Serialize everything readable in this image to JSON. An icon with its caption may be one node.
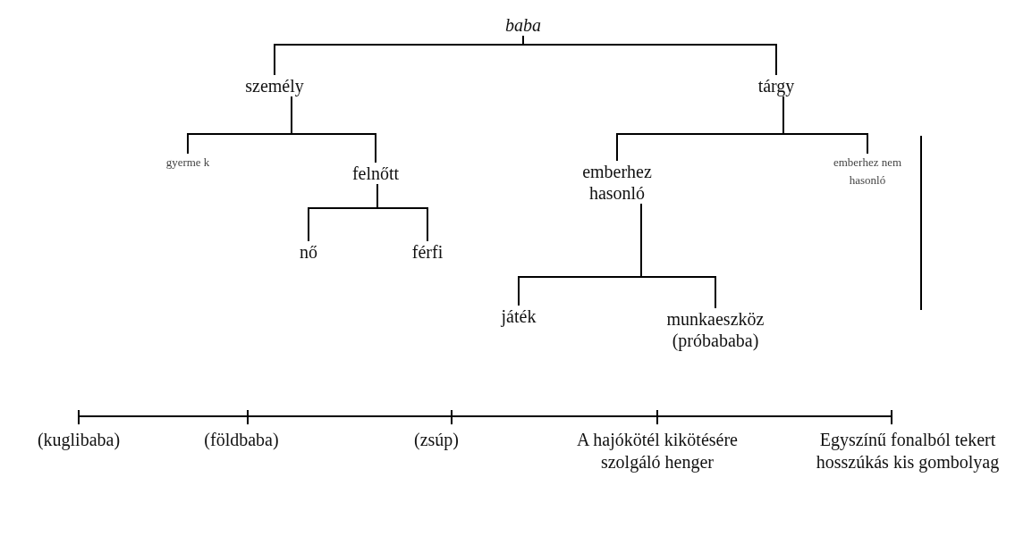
{
  "diagram": {
    "nodes": [
      {
        "text": [
          "baba"
        ]
      },
      {
        "text": [
          "személy"
        ]
      },
      {
        "text": [
          "tárgy"
        ]
      },
      {
        "text": [
          "gyerme k"
        ]
      },
      {
        "text": [
          "felnőtt"
        ]
      },
      {
        "text": [
          "emberhez hasonló"
        ]
      },
      {
        "text": [
          "emberhez nem hasonló"
        ]
      },
      {
        "text": [
          "nő"
        ]
      },
      {
        "text": [
          "férfi"
        ]
      },
      {
        "text": [
          "játék"
        ]
      },
      {
        "text": [
          "munkaeszköz (próbababa)"
        ]
      }
    ],
    "edges": [
      {
        "from": 0,
        "to": 1,
        "arrow": "none"
      },
      {
        "from": 0,
        "to": 2,
        "arrow": "none"
      },
      {
        "from": 1,
        "to": 3,
        "arrow": "none"
      },
      {
        "from": 1,
        "to": 4,
        "arrow": "none"
      },
      {
        "from": 2,
        "to": 5,
        "arrow": "none"
      },
      {
        "from": 2,
        "to": 6,
        "arrow": "none"
      },
      {
        "from": 4,
        "to": 7,
        "arrow": "none"
      },
      {
        "from": 4,
        "to": 8,
        "arrow": "none"
      },
      {
        "from": 5,
        "to": 9,
        "arrow": "none"
      },
      {
        "from": 5,
        "to": 10,
        "arrow": "none"
      }
    ],
    "labels": [
      "(kuglibaba)",
      "(földbaba)",
      "(zsúp)",
      "A hajókötél kikötésére szolgáló henger",
      "Egyszínű fonalból tekert hosszúkás kis gombolyag"
    ]
  }
}
